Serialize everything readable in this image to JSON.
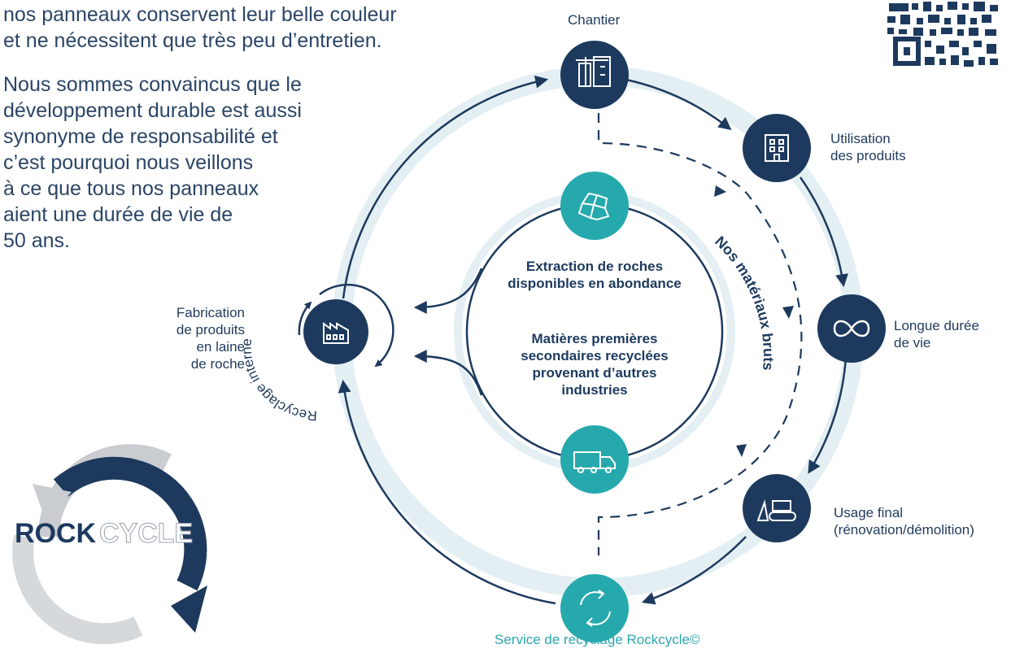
{
  "intro": {
    "para1": [
      "nos panneaux conservent leur belle couleur",
      "et ne nécessitent que très peu d’entretien."
    ],
    "para2": [
      "Nous sommes convaincus que le",
      "développement durable est aussi",
      "synonyme de responsabilité et",
      "c’est pourquoi nous veillons",
      "à ce que tous nos panneaux",
      "aient une durée de vie de",
      "50 ans."
    ]
  },
  "cycle": {
    "chantier": "Chantier",
    "utilisation": [
      "Utilisation",
      "des produits"
    ],
    "longue_duree": [
      "Longue durée",
      "de vie"
    ],
    "usage_final": [
      "Usage final",
      "(rénovation/démolition)"
    ],
    "service": "Service de recyclage Rockcycle©",
    "fabrication": [
      "Fabrication",
      "de produits",
      "en laine",
      "de roche"
    ],
    "recyclage_interne": "Recyclage interne",
    "materiaux_bruts": "Nos matériaux bruts"
  },
  "center": {
    "extraction": [
      "Extraction de roches",
      "disponibles en abondance"
    ],
    "matieres": [
      "Matières premières",
      "secondaires recyclées",
      "provenant d’autres",
      "industries"
    ]
  },
  "logo": {
    "rock": "ROCK",
    "cycle": "CYCLE",
    "reg": "®"
  },
  "colors": {
    "navy": "#1d3a5e",
    "teal": "#26a9ad",
    "ring": "#e4eff3",
    "text": "#2b4566"
  },
  "icons": {
    "chantier": "construction-site-icon",
    "utilisation": "building-icon",
    "longue_duree": "infinity-icon",
    "usage_final": "bulldozer-icon",
    "service": "recycle-arrows-icon",
    "fabrication": "factory-icon",
    "extraction": "rocks-icon",
    "transport": "truck-icon"
  }
}
